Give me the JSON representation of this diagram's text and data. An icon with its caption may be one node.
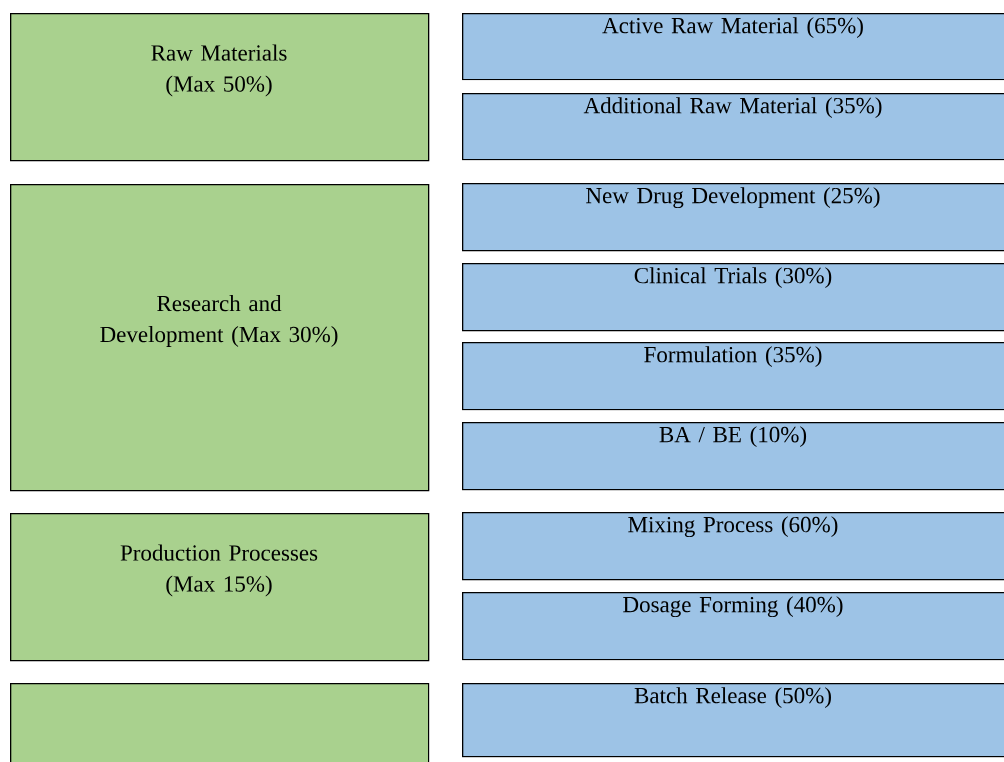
{
  "diagram": {
    "nodes": [
      {
        "text": [
          "Raw Materials (Max 50%)"
        ]
      },
      {
        "text": [
          "Active Raw Material (65%)"
        ]
      },
      {
        "text": [
          "Additional Raw Material (35%)"
        ]
      },
      {
        "text": [
          "Research and Development (Max 30%)"
        ]
      },
      {
        "text": [
          "New Drug Development (25%)"
        ]
      },
      {
        "text": [
          "Clinical Trials (30%)"
        ]
      },
      {
        "text": [
          "Formulation (35%)"
        ]
      },
      {
        "text": [
          "BA / BE (10%)"
        ]
      },
      {
        "text": [
          "Production Processes (Max 15%)"
        ]
      },
      {
        "text": [
          "Mixing Process (60%)"
        ]
      },
      {
        "text": [
          "Dosage Forming (40%)"
        ]
      },
      {
        "text": [],
        "shape": "box"
      },
      {
        "text": [
          "Batch Release (50%)"
        ]
      }
    ]
  }
}
